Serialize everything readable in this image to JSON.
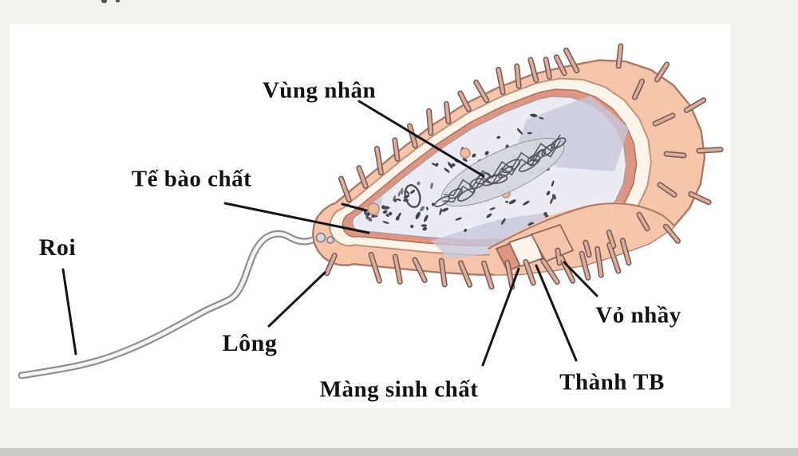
{
  "figure": {
    "type": "anatomy-diagram",
    "subject": "Prokaryotic bacterial cell structure (Vietnamese labels)",
    "labels": {
      "vung_nhan": "Vùng nhân",
      "te_bao_chat": "Tế bào chất",
      "roi": "Roi",
      "long": "Lông",
      "mang_sinh_chat": "Màng sinh chất",
      "thanh_tb": "Thành TB",
      "vo_nhay": "Vỏ nhầy"
    },
    "colors": {
      "page_bg": "#f2f2f0",
      "canvas_bg": "#ffffff",
      "footer_bar": "#c9c9c8",
      "label_text": "#141414",
      "pointer_line": "#161616",
      "capsule": "#f6c5a9",
      "capsule_edge": "#a87a67",
      "pili_fill": "#e5ab8e",
      "pili_edge": "#6b6168",
      "wall": "#fcf4e9",
      "wall_edge": "#c2907c",
      "membrane": "#dc9682",
      "membrane_edge": "#b06e60",
      "cytoplasm": "#ebebf1",
      "cytoplasm_edge": "#9d9dae",
      "facet": "#c8c8db",
      "speckle": "#45454d",
      "speckle_light": "#73737f",
      "nucleoid_fill": "#d7d7de",
      "nucleoid_line": "#585862",
      "flagellum_outer": "#8f8f8f",
      "flagellum_inner": "#f4f4f4",
      "granule": "#edbb9e",
      "granule_edge": "#b98970"
    }
  }
}
